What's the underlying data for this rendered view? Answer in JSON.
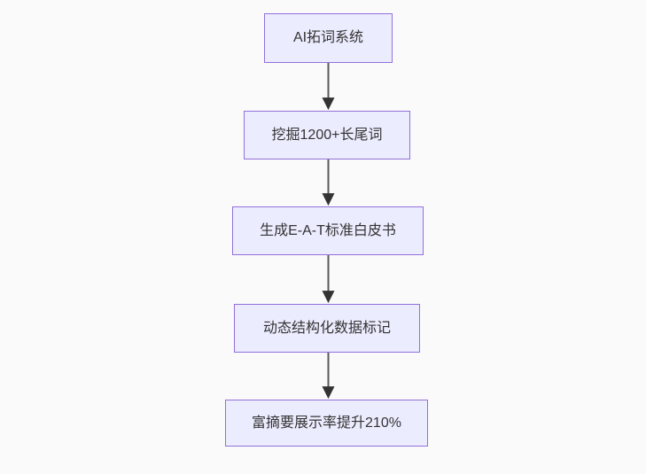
{
  "canvas": {
    "background": "#fafafa"
  },
  "flowchart": {
    "type": "flowchart",
    "direction": "top-down",
    "nodes": [
      {
        "label": "AI拓词系统"
      },
      {
        "label": "挖掘1200+长尾词"
      },
      {
        "label": "生成E-A-T标准白皮书"
      },
      {
        "label": "动态结构化数据标记"
      },
      {
        "label": "富摘要展示率提升210%"
      }
    ],
    "edges": [
      {
        "from": 0,
        "to": 1
      },
      {
        "from": 1,
        "to": 2
      },
      {
        "from": 2,
        "to": 3
      },
      {
        "from": 3,
        "to": 4
      }
    ],
    "colors": {
      "node_fill": "#ececff",
      "node_border": "#9370db",
      "text": "#333333",
      "arrow_line": "#5a5a5a",
      "arrow_head": "#333333"
    }
  }
}
